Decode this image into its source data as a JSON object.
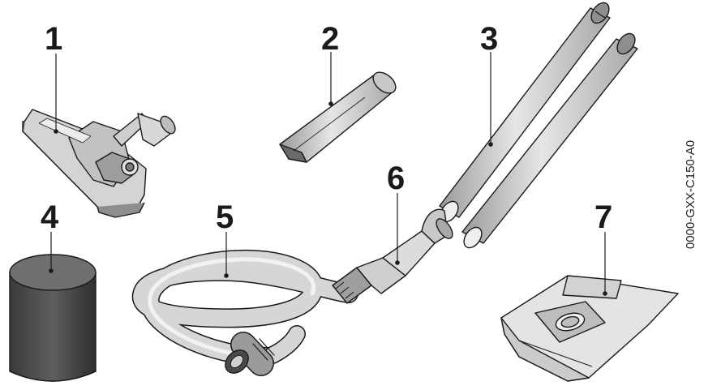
{
  "callouts": {
    "n1": "1",
    "n2": "2",
    "n3": "3",
    "n4": "4",
    "n5": "5",
    "n6": "6",
    "n7": "7"
  },
  "document_code": "0000-GXX-C150-A0",
  "colors": {
    "line": "#1a1a1a",
    "part_light": "#d9d9d9",
    "part_mid": "#b3b3b3",
    "part_dark": "#4a4a4a"
  }
}
